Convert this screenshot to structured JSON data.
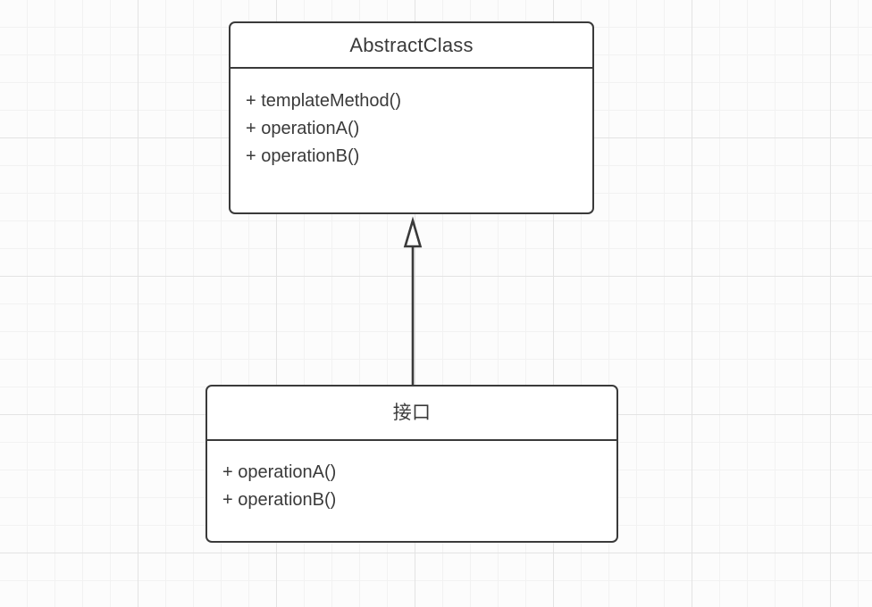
{
  "diagram": {
    "type": "uml-class-diagram",
    "background": "#fcfcfc",
    "grid_color": "#f2f2f2",
    "grid_major_color": "#e3e3e3",
    "stroke_color": "#3a3a3a",
    "text_color": "#3a3a3a",
    "fill_color": "#ffffff"
  },
  "classes": [
    {
      "id": "abstract-class",
      "name": "AbstractClass",
      "members": [
        "+ templateMethod()",
        "+ operationA()",
        "+ operationB()"
      ]
    },
    {
      "id": "interface-class",
      "name": "接口",
      "members": [
        "+ operationA()",
        "+ operationB()"
      ]
    }
  ],
  "relationships": [
    {
      "id": "generalization-1",
      "kind": "generalization",
      "arrowhead": "hollow-triangle",
      "from": "接口",
      "to": "AbstractClass"
    }
  ]
}
